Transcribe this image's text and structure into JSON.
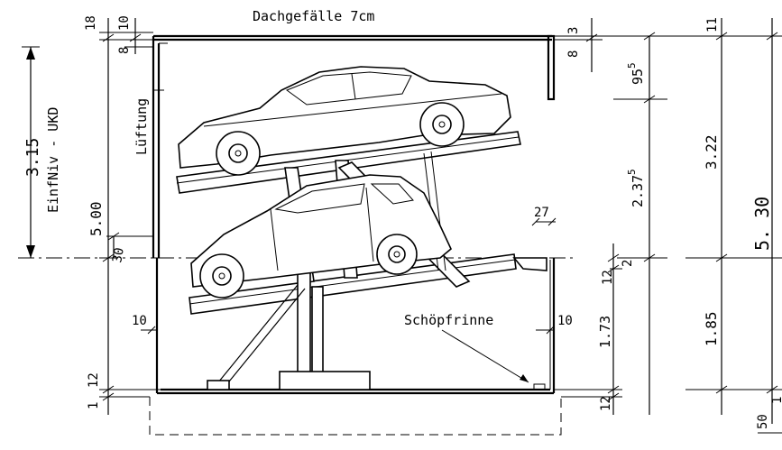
{
  "labels": {
    "roof_slope": "Dachgefälle 7cm",
    "ventilation": "Lüftung",
    "drain": "Schöpfrinne",
    "entry_level": "EinfNiv - UKD"
  },
  "left_dims": {
    "d_18": "18",
    "d_10": "10",
    "d_8": "8",
    "d_315": "3.15",
    "d_500": "5.00",
    "d_30": "30",
    "d_10b": "10",
    "d_12": "12",
    "d_1": "1"
  },
  "right_dims": {
    "d_3": "3",
    "d_8": "8",
    "d_955": "95",
    "d_955_sup": "5",
    "d_2375": "2.37",
    "d_2375_sup": "5",
    "d_27": "27",
    "d_2": "2",
    "d_12": "12",
    "d_10": "10",
    "d_173": "1.73",
    "d_12b": "12",
    "d_11": "11",
    "d_322": "3.22",
    "d_185": "1.85",
    "d_530": "5. 30",
    "d_50": "50",
    "d_1": "1"
  }
}
